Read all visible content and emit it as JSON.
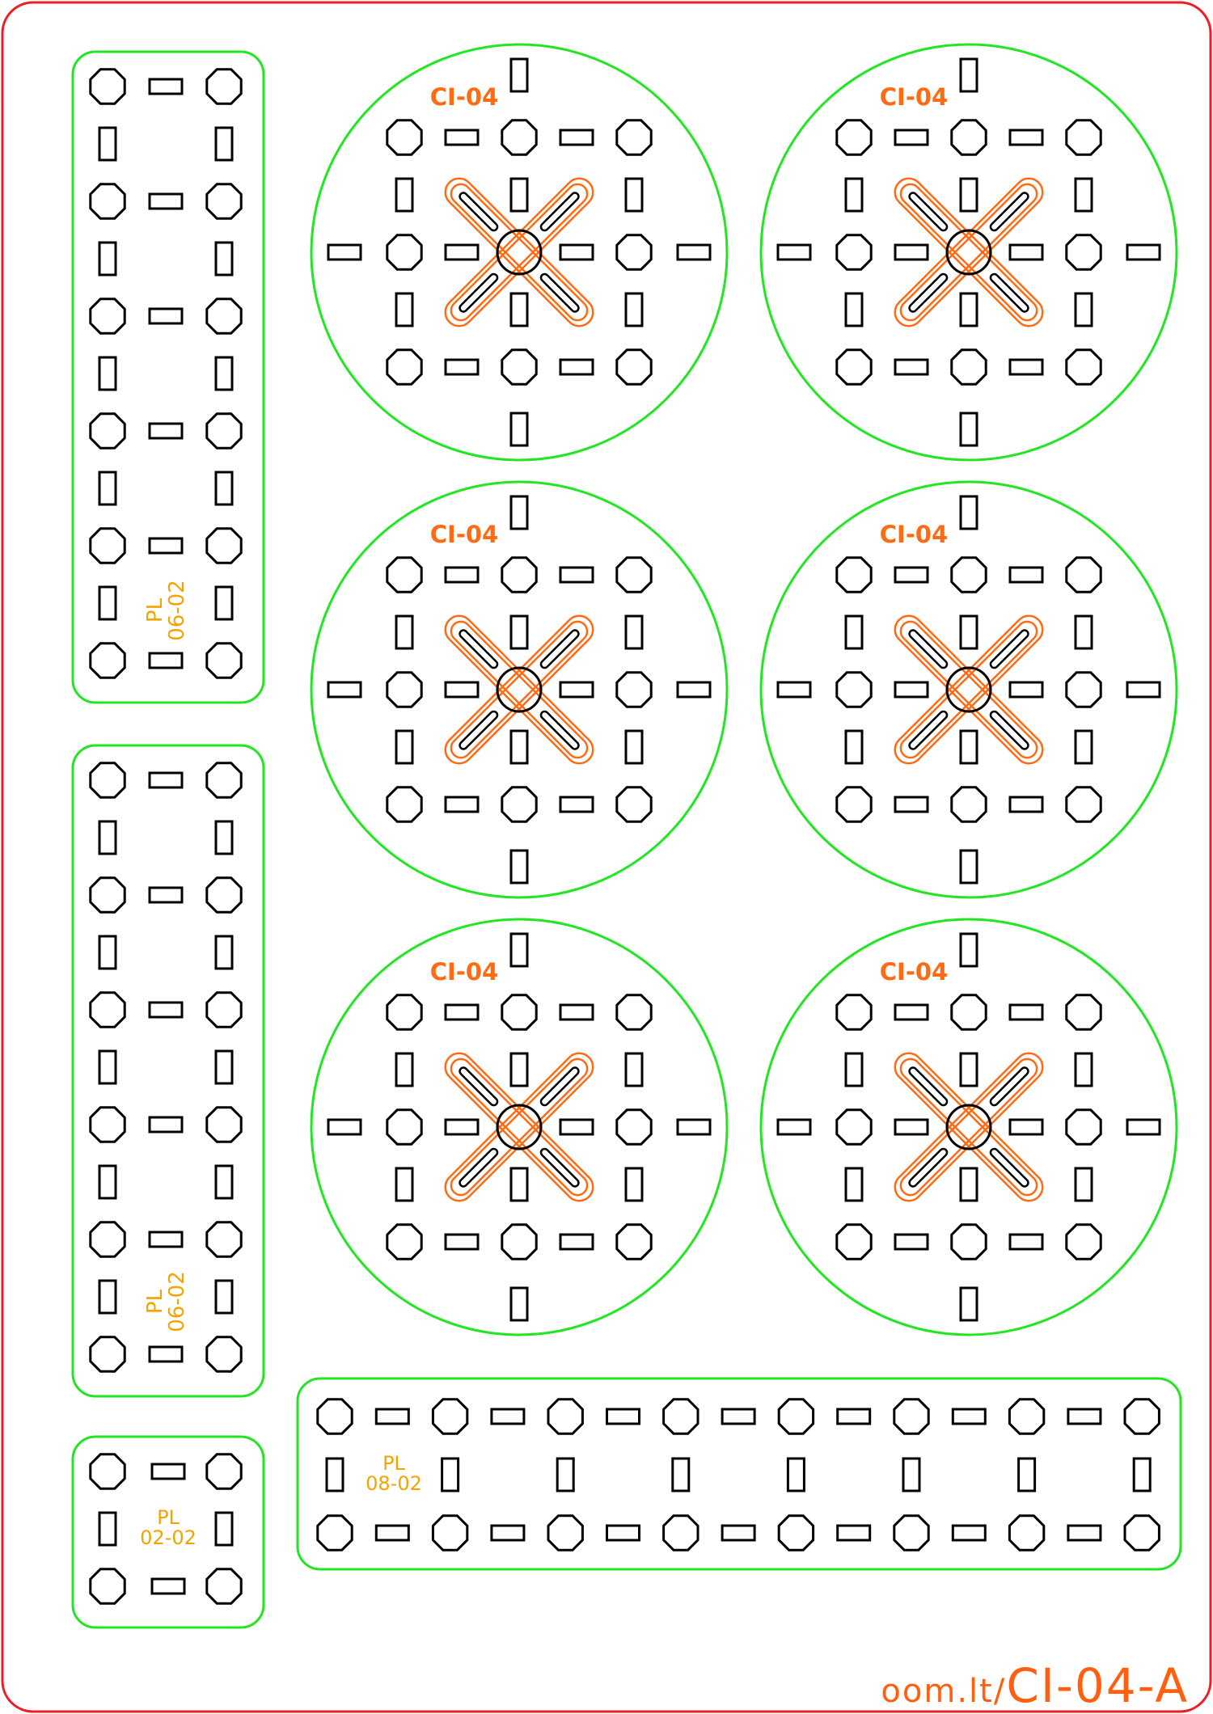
{
  "sheet": {
    "footer_prefix": "oom.lt/",
    "footer_code": "CI-04-A"
  },
  "colors": {
    "border": "#ee1c24",
    "outline": "#22e622",
    "holes": "#000000",
    "servo": "#ff6a13",
    "label": "#f5a300"
  },
  "parts": {
    "circle_label": "CI-04",
    "plate_labels": [
      {
        "line1": "PL",
        "line2": "06-02"
      },
      {
        "line1": "PL",
        "line2": "06-02"
      },
      {
        "line1": "PL",
        "line2": "02-02"
      },
      {
        "line1": "PL",
        "line2": "08-02"
      }
    ]
  }
}
